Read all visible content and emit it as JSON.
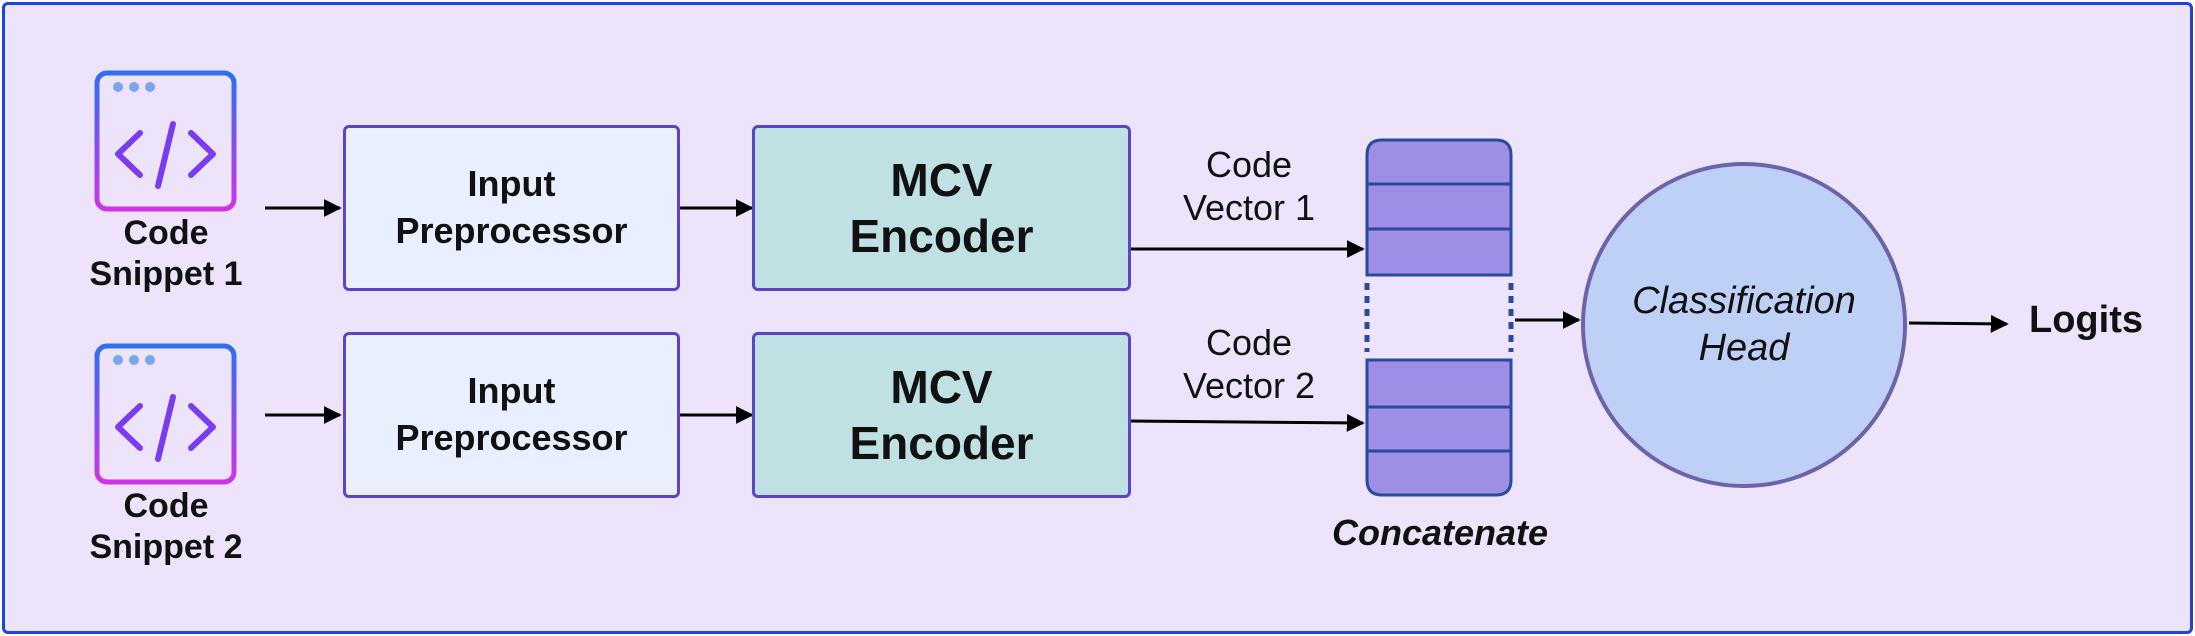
{
  "snippets": [
    {
      "line1": "Code",
      "line2": "Snippet 1",
      "icon": "code-window-icon"
    },
    {
      "line1": "Code",
      "line2": "Snippet 2",
      "icon": "code-window-icon"
    }
  ],
  "preprocessors": [
    {
      "line1": "Input",
      "line2": "Preprocessor"
    },
    {
      "line1": "Input",
      "line2": "Preprocessor"
    }
  ],
  "encoders": [
    {
      "line1": "MCV",
      "line2": "Encoder"
    },
    {
      "line1": "MCV",
      "line2": "Encoder"
    }
  ],
  "vectors": [
    {
      "line1": "Code",
      "line2": "Vector 1"
    },
    {
      "line1": "Code",
      "line2": "Vector 2"
    }
  ],
  "concatenate": {
    "label": "Concatenate"
  },
  "head": {
    "line1": "Classification",
    "line2": "Head"
  },
  "output": {
    "label": "Logits"
  },
  "colors": {
    "background": "#ede4fc",
    "border": "#1f44d8",
    "preprocessor_fill": "#e9efff",
    "encoder_fill": "#bfe1e3",
    "box_stroke": "#5b45c4",
    "stack_fill": "#9f8ee6",
    "stack_stroke": "#2a4a9a",
    "head_fill": "#bfd0f7",
    "icon_gradient_top": "#2f6ff0",
    "icon_gradient_bottom": "#d033e6"
  }
}
